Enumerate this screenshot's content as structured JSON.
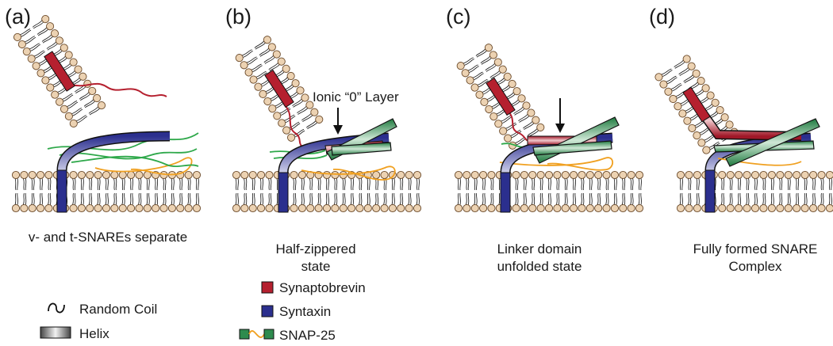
{
  "panels": [
    {
      "letter": "(a)",
      "caption": [
        "v- and t-SNAREs separate"
      ]
    },
    {
      "letter": "(b)",
      "caption": [
        "Half-zippered",
        "state"
      ],
      "annotation": "Ionic “0” Layer"
    },
    {
      "letter": "(c)",
      "caption": [
        "Linker domain",
        "unfolded state"
      ]
    },
    {
      "letter": "(d)",
      "caption": [
        "Fully formed SNARE",
        "Complex"
      ]
    }
  ],
  "legend": {
    "proteins": [
      {
        "label": "Synaptobrevin",
        "color": "#b5202f"
      },
      {
        "label": "Syntaxin",
        "color": "#2b2f8e"
      },
      {
        "label": "SNAP-25",
        "color": "#2e8b4e",
        "linker_color": "#f0a020"
      }
    ],
    "structures": [
      {
        "label": "Random Coil",
        "icon": "random-coil-icon"
      },
      {
        "label": "Helix",
        "icon": "helix-icon"
      }
    ]
  },
  "colors": {
    "lipid_head": "#ecd2b2",
    "synaptobrevin": "#b5202f",
    "syntaxin": "#2b2f8e",
    "snap25": "#2e8b4e",
    "snap25_linker": "#f0a020"
  }
}
